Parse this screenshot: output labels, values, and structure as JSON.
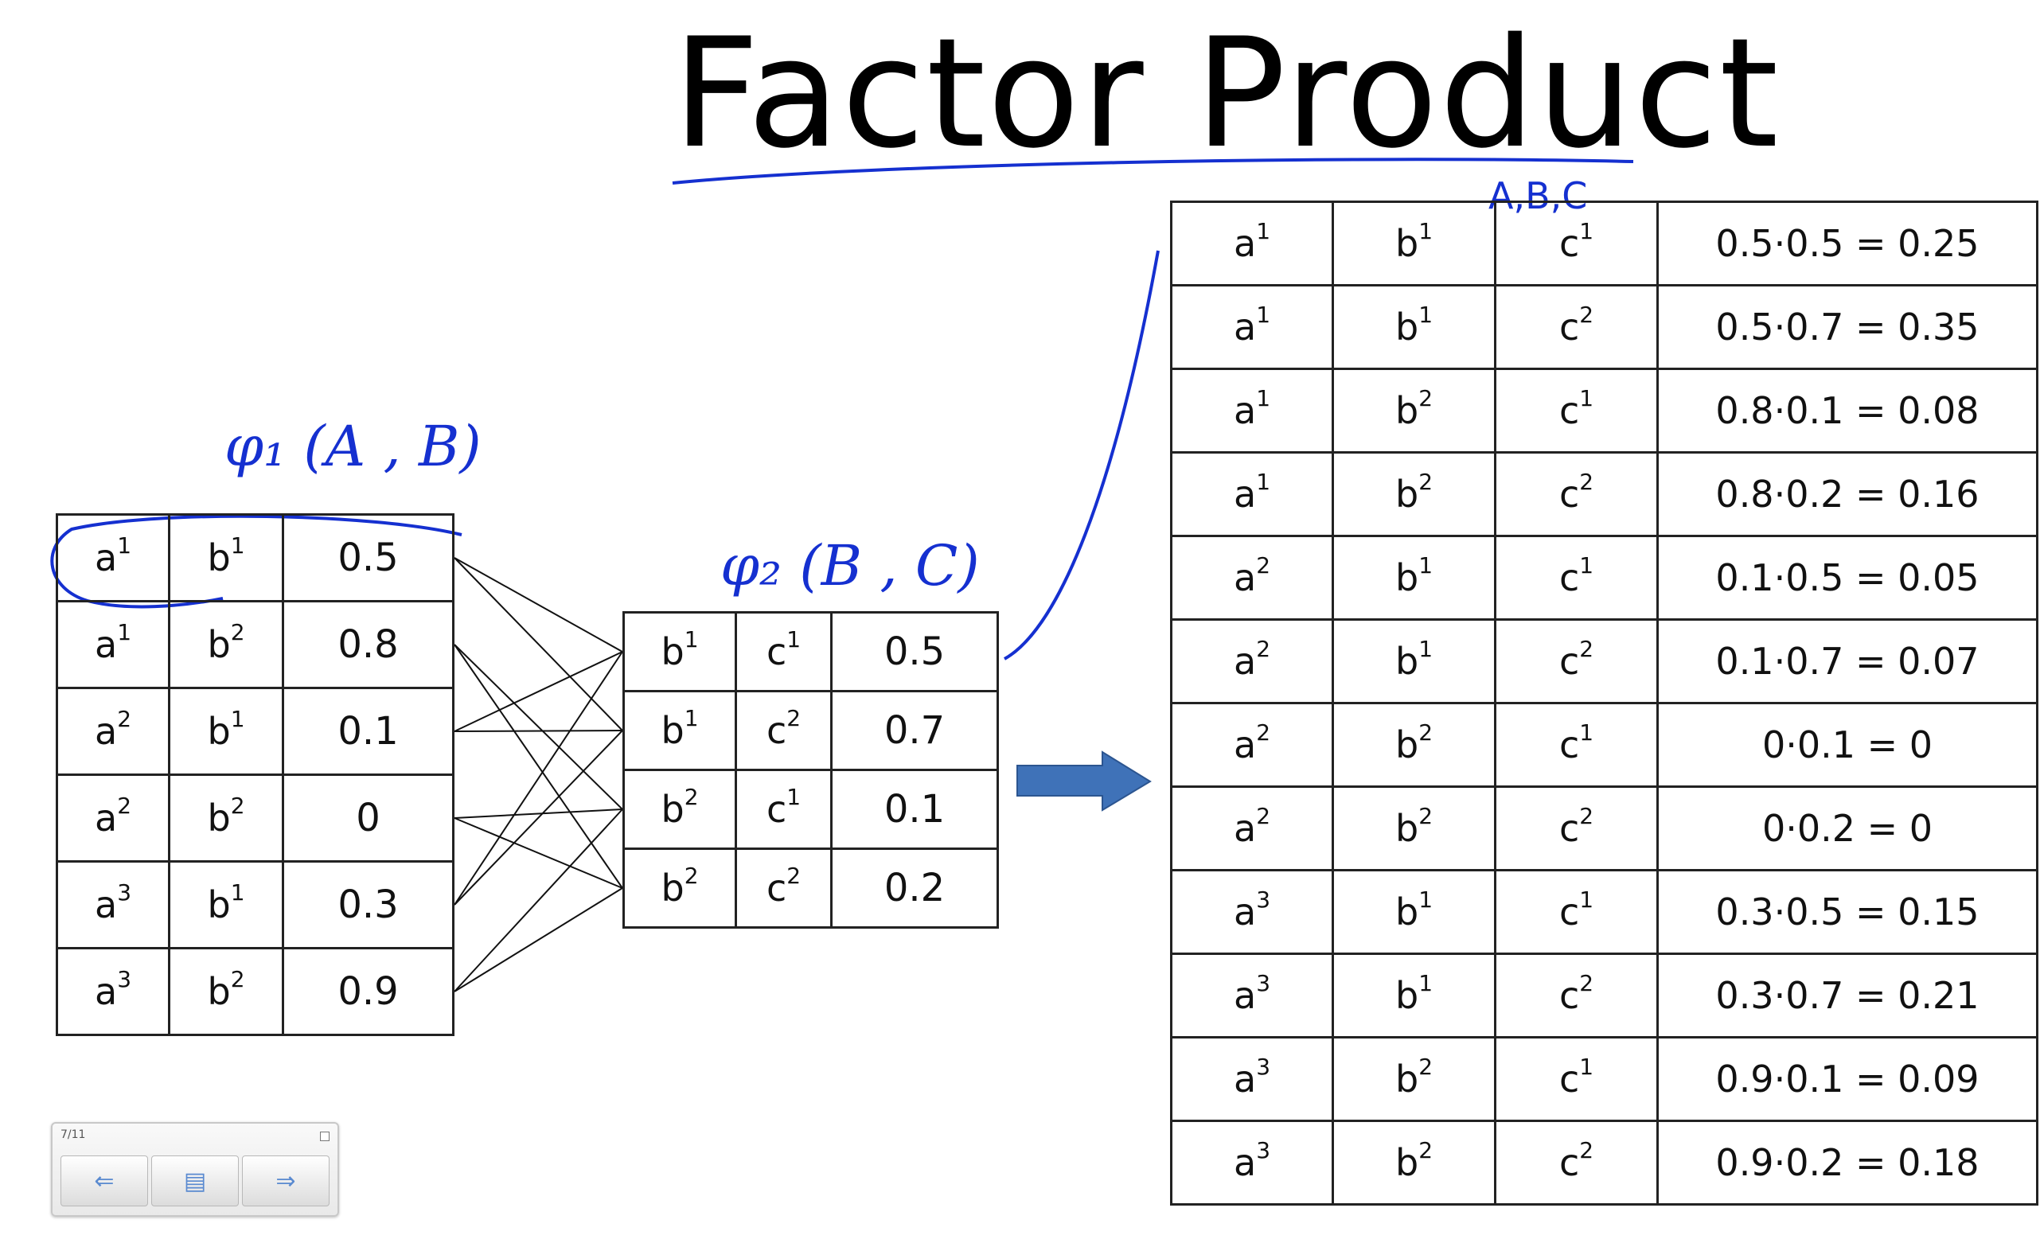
{
  "title": "Factor Product",
  "annotations": {
    "phi1": "φ₁ (A , B)",
    "phi2": "φ₂ (B , C)",
    "scope": "A,B,C"
  },
  "phi1_rows": [
    {
      "a": "a",
      "a_sup": "1",
      "b": "b",
      "b_sup": "1",
      "value": "0.5"
    },
    {
      "a": "a",
      "a_sup": "1",
      "b": "b",
      "b_sup": "2",
      "value": "0.8"
    },
    {
      "a": "a",
      "a_sup": "2",
      "b": "b",
      "b_sup": "1",
      "value": "0.1"
    },
    {
      "a": "a",
      "a_sup": "2",
      "b": "b",
      "b_sup": "2",
      "value": "0"
    },
    {
      "a": "a",
      "a_sup": "3",
      "b": "b",
      "b_sup": "1",
      "value": "0.3"
    },
    {
      "a": "a",
      "a_sup": "3",
      "b": "b",
      "b_sup": "2",
      "value": "0.9"
    }
  ],
  "phi2_rows": [
    {
      "b": "b",
      "b_sup": "1",
      "c": "c",
      "c_sup": "1",
      "value": "0.5"
    },
    {
      "b": "b",
      "b_sup": "1",
      "c": "c",
      "c_sup": "2",
      "value": "0.7"
    },
    {
      "b": "b",
      "b_sup": "2",
      "c": "c",
      "c_sup": "1",
      "value": "0.1"
    },
    {
      "b": "b",
      "b_sup": "2",
      "c": "c",
      "c_sup": "2",
      "value": "0.2"
    }
  ],
  "result_rows": [
    {
      "a": "a",
      "a_sup": "1",
      "b": "b",
      "b_sup": "1",
      "c": "c",
      "c_sup": "1",
      "expr": "0.5·0.5 = 0.25"
    },
    {
      "a": "a",
      "a_sup": "1",
      "b": "b",
      "b_sup": "1",
      "c": "c",
      "c_sup": "2",
      "expr": "0.5·0.7 = 0.35"
    },
    {
      "a": "a",
      "a_sup": "1",
      "b": "b",
      "b_sup": "2",
      "c": "c",
      "c_sup": "1",
      "expr": "0.8·0.1 = 0.08"
    },
    {
      "a": "a",
      "a_sup": "1",
      "b": "b",
      "b_sup": "2",
      "c": "c",
      "c_sup": "2",
      "expr": "0.8·0.2 = 0.16"
    },
    {
      "a": "a",
      "a_sup": "2",
      "b": "b",
      "b_sup": "1",
      "c": "c",
      "c_sup": "1",
      "expr": "0.1·0.5 = 0.05"
    },
    {
      "a": "a",
      "a_sup": "2",
      "b": "b",
      "b_sup": "1",
      "c": "c",
      "c_sup": "2",
      "expr": "0.1·0.7 = 0.07"
    },
    {
      "a": "a",
      "a_sup": "2",
      "b": "b",
      "b_sup": "2",
      "c": "c",
      "c_sup": "1",
      "expr": "0·0.1 = 0"
    },
    {
      "a": "a",
      "a_sup": "2",
      "b": "b",
      "b_sup": "2",
      "c": "c",
      "c_sup": "2",
      "expr": "0·0.2 = 0"
    },
    {
      "a": "a",
      "a_sup": "3",
      "b": "b",
      "b_sup": "1",
      "c": "c",
      "c_sup": "1",
      "expr": "0.3·0.5 = 0.15"
    },
    {
      "a": "a",
      "a_sup": "3",
      "b": "b",
      "b_sup": "1",
      "c": "c",
      "c_sup": "2",
      "expr": "0.3·0.7 = 0.21"
    },
    {
      "a": "a",
      "a_sup": "3",
      "b": "b",
      "b_sup": "2",
      "c": "c",
      "c_sup": "1",
      "expr": "0.9·0.1 = 0.09"
    },
    {
      "a": "a",
      "a_sup": "3",
      "b": "b",
      "b_sup": "2",
      "c": "c",
      "c_sup": "2",
      "expr": "0.9·0.2 = 0.18"
    }
  ],
  "connections": [
    [
      0,
      0
    ],
    [
      0,
      1
    ],
    [
      1,
      2
    ],
    [
      1,
      3
    ],
    [
      2,
      0
    ],
    [
      2,
      1
    ],
    [
      3,
      2
    ],
    [
      3,
      3
    ],
    [
      4,
      0
    ],
    [
      4,
      1
    ],
    [
      5,
      2
    ],
    [
      5,
      3
    ]
  ],
  "slide_nav": {
    "page_indicator": "7/11",
    "prev_icon": "arrow-left-icon",
    "menu_icon": "slide-menu-icon",
    "next_icon": "arrow-right-icon",
    "prev_glyph": "⇐",
    "menu_glyph": "▤",
    "next_glyph": "⇒"
  },
  "colors": {
    "ink": "#1530d0",
    "arrow_fill": "#3f72b8",
    "grid": "#222222"
  }
}
